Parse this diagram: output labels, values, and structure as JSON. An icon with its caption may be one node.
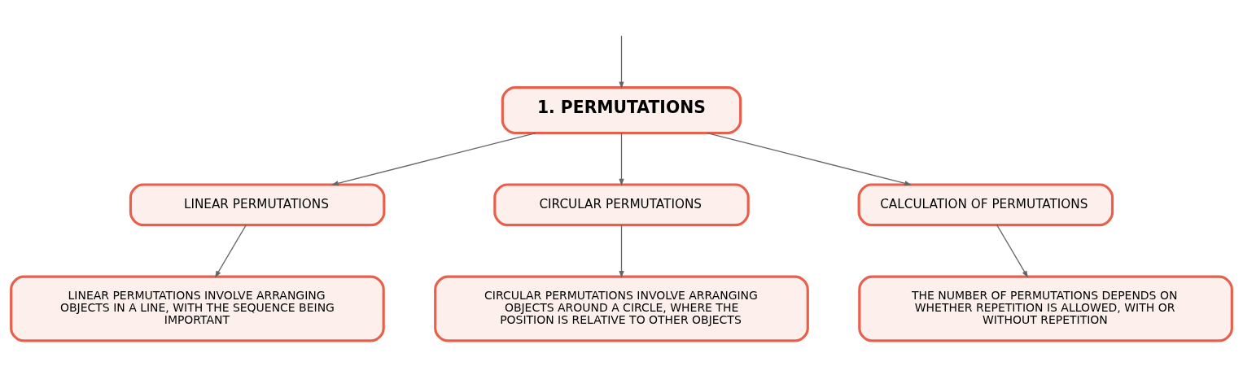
{
  "diagram": {
    "nodes": [
      {
        "text": [
          "1. PERMUTATIONS"
        ]
      },
      {
        "text": [
          "LINEAR PERMUTATIONS"
        ]
      },
      {
        "text": [
          "CIRCULAR PERMUTATIONS"
        ]
      },
      {
        "text": [
          "CALCULATION OF PERMUTATIONS"
        ]
      },
      {
        "text": [
          "LINEAR PERMUTATIONS INVOLVE ARRANGING OBJECTS IN A LINE, WITH THE SEQUENCE BEING IMPORTANT"
        ]
      },
      {
        "text": [
          "CIRCULAR PERMUTATIONS INVOLVE ARRANGING OBJECTS AROUND A CIRCLE, WHERE THE POSITION IS RELATIVE TO OTHER OBJECTS"
        ]
      },
      {
        "text": [
          "THE NUMBER OF PERMUTATIONS DEPENDS ON WHETHER REPETITION IS ALLOWED, WITH OR WITHOUT REPETITION"
        ]
      }
    ],
    "edges": [
      {
        "from": null,
        "to": 0,
        "arrow": "to"
      },
      {
        "from": 0,
        "to": 1,
        "arrow": "to"
      },
      {
        "from": 0,
        "to": 2,
        "arrow": "to"
      },
      {
        "from": 0,
        "to": 3,
        "arrow": "to"
      },
      {
        "from": 1,
        "to": 4,
        "arrow": "to"
      },
      {
        "from": 2,
        "to": 5,
        "arrow": "to"
      },
      {
        "from": 3,
        "to": 6,
        "arrow": "to"
      }
    ]
  }
}
